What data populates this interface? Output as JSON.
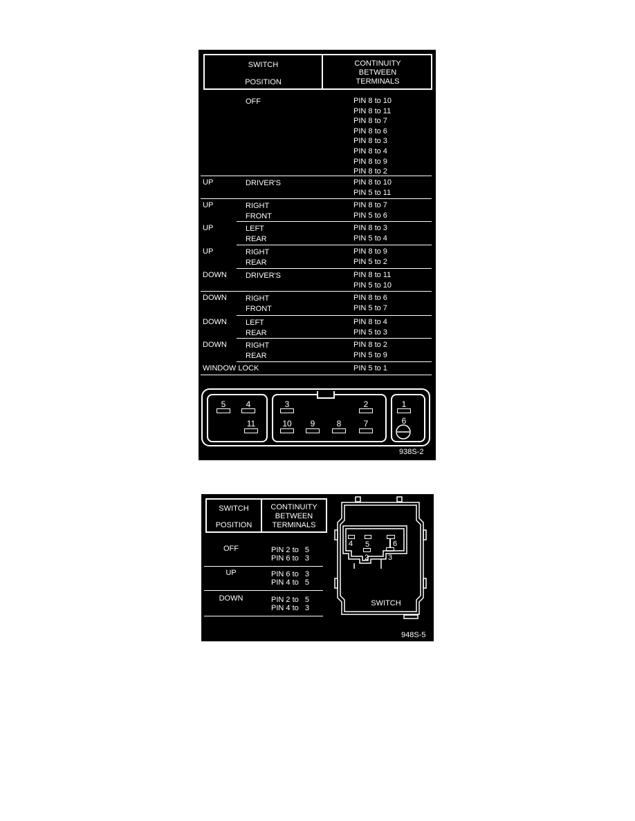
{
  "table1": {
    "header": {
      "switch": "SWITCH",
      "position": "POSITION",
      "continuity": "CONTINUITY\nBETWEEN\nTERMINALS"
    },
    "rows": [
      {
        "dir": "",
        "switch": "OFF",
        "pins": [
          "PIN 8 to 10",
          "PIN 8 to 11",
          "PIN 8 to 7",
          "PIN 8 to 6",
          "PIN 8 to 3",
          "PIN 8 to 4",
          "PIN 8 to 9",
          "PIN 8 to 2"
        ]
      },
      {
        "dir": "UP",
        "switch": "DRIVER'S",
        "pins": [
          "PIN 8 to 10",
          "PIN 5 to 11"
        ]
      },
      {
        "dir": "UP",
        "switch": "RIGHT\nFRONT",
        "pins": [
          "PIN 8 to 7",
          "PIN 5 to 6"
        ]
      },
      {
        "dir": "UP",
        "switch": "LEFT\nREAR",
        "pins": [
          "PIN 8 to 3",
          "PIN 5 to 4"
        ]
      },
      {
        "dir": "UP",
        "switch": "RIGHT\nREAR",
        "pins": [
          "PIN 8 to 9",
          "PIN 5 to 2"
        ]
      },
      {
        "dir": "DOWN",
        "switch": "DRIVER'S",
        "pins": [
          "PIN 8 to 11",
          "PIN 5 to 10"
        ]
      },
      {
        "dir": "DOWN",
        "switch": "RIGHT\nFRONT",
        "pins": [
          "PIN 8 to 6",
          "PIN 5 to 7"
        ]
      },
      {
        "dir": "DOWN",
        "switch": "LEFT\nREAR",
        "pins": [
          "PIN 8 to 4",
          "PIN 5 to 3"
        ]
      },
      {
        "dir": "DOWN",
        "switch": "RIGHT\nREAR",
        "pins": [
          "PIN 8 to 2",
          "PIN 5 to 9"
        ]
      },
      {
        "dir": "WINDOW LOCK",
        "switch": "",
        "pins": [
          "PIN 5 to 1"
        ]
      }
    ],
    "connector_pins": [
      "5",
      "4",
      "11",
      "3",
      "2",
      "10",
      "9",
      "8",
      "7",
      "1",
      "6"
    ],
    "figure_id": "938S-2"
  },
  "table2": {
    "header": {
      "switch": "SWITCH",
      "position": "POSITION",
      "continuity": "CONTINUITY\nBETWEEN\nTERMINALS"
    },
    "rows": [
      {
        "switch": "OFF",
        "pins": [
          "PIN 2 to   5",
          "PIN 6 to   3"
        ]
      },
      {
        "switch": "UP",
        "pins": [
          "PIN 6 to   3",
          "PIN 4 to   5"
        ]
      },
      {
        "switch": "DOWN",
        "pins": [
          "PIN 2 to   5",
          "PIN 4 to   3"
        ]
      }
    ],
    "switch_pins": [
      "4",
      "5",
      "2",
      "6",
      "3"
    ],
    "switch_label": "SWITCH",
    "figure_id": "948S-5"
  }
}
